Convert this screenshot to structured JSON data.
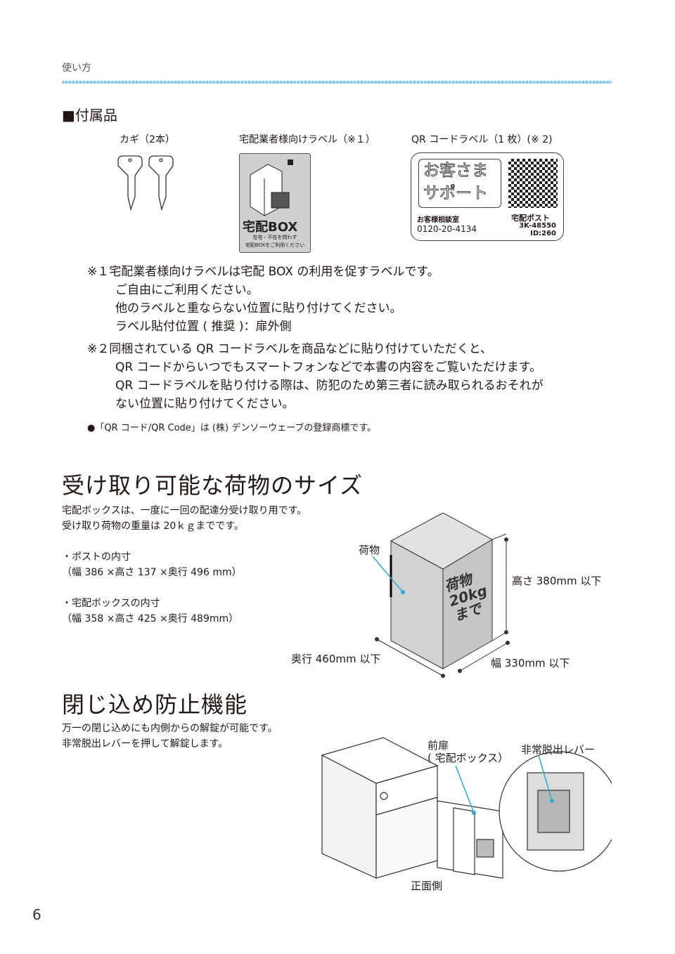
{
  "header": {
    "section": "使い方"
  },
  "accessories": {
    "title": "■付属品",
    "items": [
      {
        "caption": "カギ（2本）"
      },
      {
        "caption": "宅配業者様向けラベル（※１）",
        "label_text": "宅配BOX",
        "label_sub1": "在宅・不在を問わず",
        "label_sub2": "宅配BOXをご利用ください"
      },
      {
        "caption": "QR コードラベル（1 枚）(※ 2)",
        "label_main1": "お客さま",
        "label_main2": "サポート",
        "label_contact": "お客様相談室",
        "label_phone": "0120-20-4134",
        "label_product": "宅配ポスト",
        "label_model": "3K-48550",
        "label_id": "ID:260"
      }
    ],
    "note1": [
      "※１宅配業者様向けラベルは宅配 BOX の利用を促すラベルです。",
      "ご自由にご利用ください。",
      "他のラベルと重ならない位置に貼り付けてください。",
      "ラベル貼付位置 ( 推奨 )：扉外側"
    ],
    "note2": [
      "※２同梱されている QR コードラベルを商品などに貼り付けていただくと、",
      "QR コードからいつでもスマートフォンなどで本書の内容をご覧いただけます。",
      "QR コードラベルを貼り付ける際は、防犯のため第三者に読み取られるおそれが",
      "ない位置に貼り付けてください。"
    ],
    "trademark": "●「QR コード/QR Code」は (株) デンソーウェーブの登録商標です。"
  },
  "size_section": {
    "title": "受け取り可能な荷物のサイズ",
    "intro": [
      "宅配ボックスは、一度に一回の配達分受け取り用です。",
      "受け取り荷物の重量は 20ｋｇまでです。"
    ],
    "post_label": "・ポストの内寸",
    "post_dims": "（幅 386 ×高さ 137 ×奥行 496 mm）",
    "box_label": "・宅配ボックスの内寸",
    "box_dims": "（幅 358 ×高さ 425 ×奥行 489mm）",
    "diagram": {
      "parcel": "荷物",
      "parcel_face1": "荷物",
      "parcel_face2": "20kg",
      "parcel_face3": "まで",
      "height": "高さ 380mm 以下",
      "depth": "奥行 460mm 以下",
      "width": "幅 330mm 以下"
    }
  },
  "lock_section": {
    "title": "閉じ込め防止機能",
    "intro": [
      "万一の閉じ込めにも内側からの解錠が可能です。",
      "非常脱出レバーを押して解錠します。"
    ],
    "diagram": {
      "door1": "前扉",
      "door2": "( 宅配ボックス）",
      "lever": "非常脱出レバー",
      "front": "正面側"
    }
  },
  "page_number": "6",
  "colors": {
    "accent": "#29abd6",
    "gray": "#cfcfcf"
  }
}
